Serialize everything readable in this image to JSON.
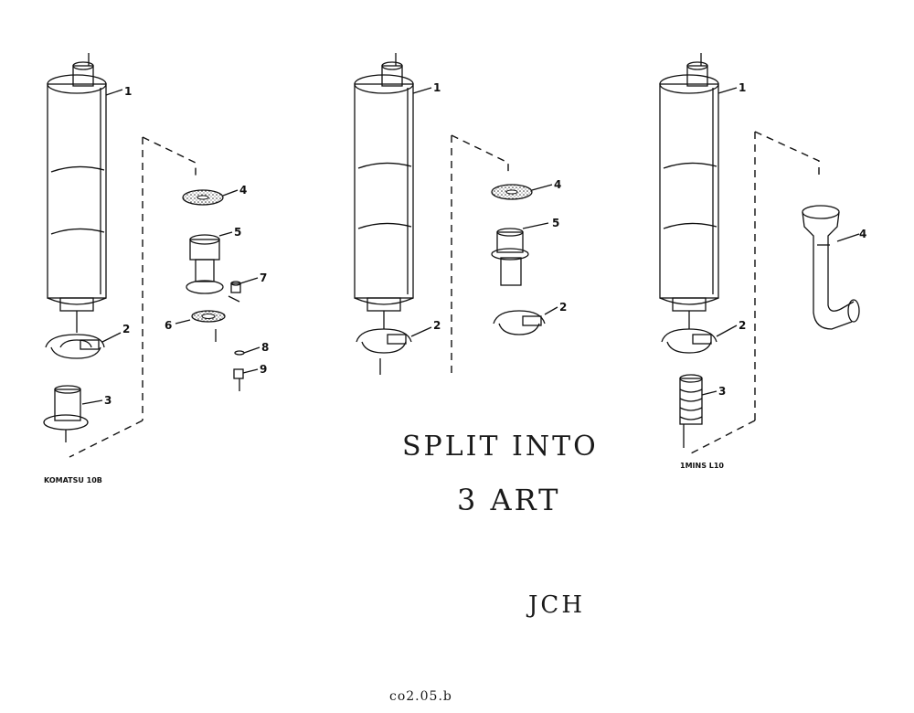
{
  "assemblies": [
    {
      "caption": "KOMATSU 10B",
      "callouts": [
        "1",
        "4",
        "5",
        "7",
        "2",
        "6",
        "8",
        "9",
        "3"
      ]
    },
    {
      "caption": "",
      "callouts": [
        "1",
        "4",
        "5",
        "2",
        "2"
      ]
    },
    {
      "caption": "1MINS L10",
      "callouts": [
        "1",
        "4",
        "2",
        "3"
      ]
    }
  ],
  "handwritten_notes": {
    "line1": "SPLIT INTO",
    "line2": "3 ART",
    "initials": "JCH",
    "reference": "co2.05.b"
  },
  "colors": {
    "ink": "#111111",
    "paper": "#ffffff"
  }
}
